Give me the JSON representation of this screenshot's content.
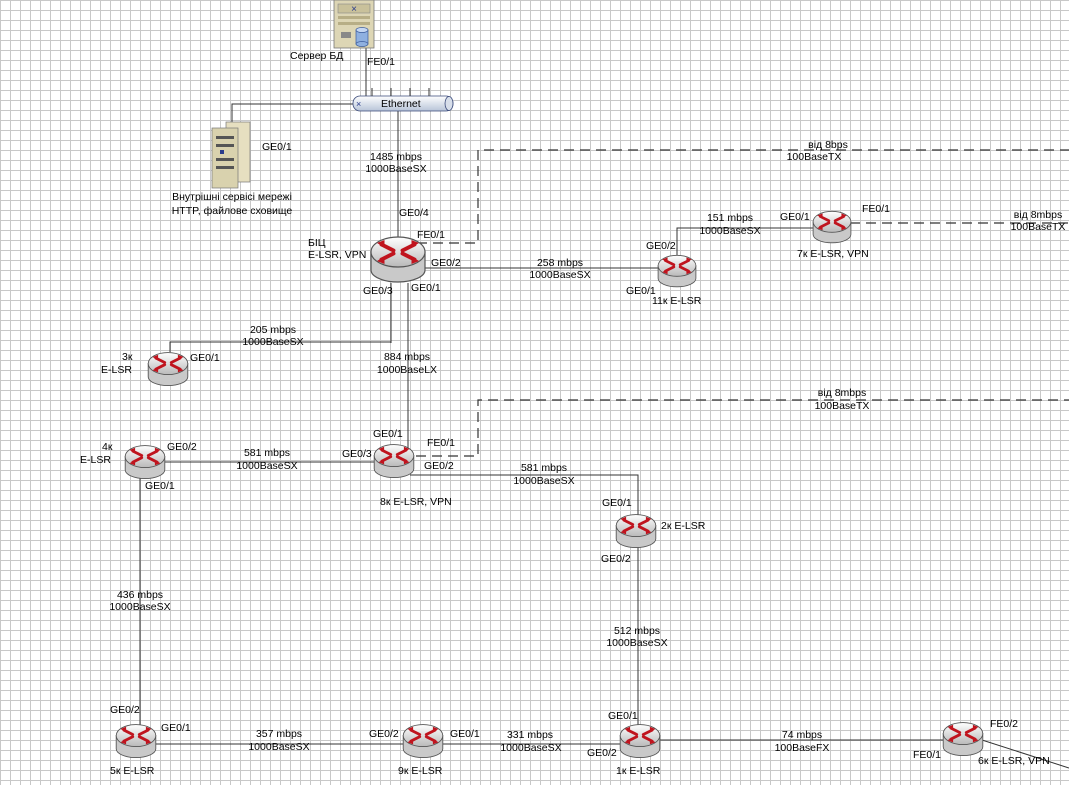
{
  "server": {
    "name": "Сервер БД",
    "port": "FE0/1"
  },
  "ethernet": {
    "label": "Ethernet"
  },
  "services": {
    "port": "GE0/1",
    "line1": "Внутрішні сервісі мережі",
    "line2": "HTTP, файлове сховище"
  },
  "links": {
    "eth_bic_speed": "1485 mbps",
    "eth_bic_type": "1000BaseSX",
    "bic_11_speed": "258 mbps",
    "bic_11_type": "1000BaseSX",
    "r11_r7_speed": "151 mbps",
    "r11_r7_type": "1000BaseSX",
    "bic_3_speed": "205 mbps",
    "bic_3_type": "1000BaseSX",
    "bic_8_speed": "884 mbps",
    "bic_8_type": "1000BaseLX",
    "r4_r8_speed": "581 mbps",
    "r4_r8_type": "1000BaseSX",
    "r8_r2_speed": "581 mbps",
    "r8_r2_type": "1000BaseSX",
    "r4_r5_speed": "436 mbps",
    "r4_r5_type": "1000BaseSX",
    "r2_r1_speed": "512 mbps",
    "r2_r1_type": "1000BaseSX",
    "r5_r9_speed": "357 mbps",
    "r5_r9_type": "1000BaseSX",
    "r9_r1_speed": "331  mbps",
    "r9_r1_type": "1000BaseSX",
    "r1_r6_speed": "74 mbps",
    "r1_r6_type": "100BaseFX"
  },
  "external": {
    "bic_speed": "від 8bps",
    "bic_type": "100BaseTX",
    "r7_speed": "від 8mbps",
    "r7_type": "100BaseTX",
    "r8_speed": "від 8mbps",
    "r8_type": "100BaseTX"
  },
  "routers": {
    "bic": {
      "name1": "БІЦ",
      "name2": "E-LSR, VPN",
      "p_ge04": "GE0/4",
      "p_fe01": "FE0/1",
      "p_ge02": "GE0/2",
      "p_ge03": "GE0/3",
      "p_ge01": "GE0/1"
    },
    "r11": {
      "name": "11к E-LSR",
      "p_ge02": "GE0/2",
      "p_ge01": "GE0/1"
    },
    "r7": {
      "name": "7к E-LSR, VPN",
      "p_ge01": "GE0/1",
      "p_fe01": "FE0/1"
    },
    "r3": {
      "name1": "3к",
      "name2": "E-LSR",
      "p_ge01": "GE0/1"
    },
    "r4": {
      "name1": "4к",
      "name2": "E-LSR",
      "p_ge02": "GE0/2",
      "p_ge01": "GE0/1"
    },
    "r8": {
      "name": "8к E-LSR, VPN",
      "p_ge01": "GE0/1",
      "p_ge03": "GE0/3",
      "p_fe01": "FE0/1",
      "p_ge02": "GE0/2"
    },
    "r2": {
      "name": "2к E-LSR",
      "p_ge01": "GE0/1",
      "p_ge02": "GE0/2"
    },
    "r5": {
      "name": "5к E-LSR",
      "p_ge02": "GE0/2",
      "p_ge01": "GE0/1"
    },
    "r9": {
      "name": "9к E-LSR",
      "p_ge02": "GE0/2",
      "p_ge01": "GE0/1"
    },
    "r1": {
      "name": "1к E-LSR",
      "p_ge01": "GE0/1",
      "p_ge02": "GE0/2"
    },
    "r6": {
      "name": "6к E-LSR, VPN",
      "p_fe02": "FE0/2",
      "p_fe01": "FE0/1"
    }
  },
  "colors": {
    "router_body": "#ececec",
    "router_arrow": "#c0141e",
    "link": "#333333",
    "grid": "#c8c8c8"
  },
  "icons": [
    "router-icon",
    "server-icon",
    "ethernet-bus-icon",
    "services-server-icon"
  ]
}
